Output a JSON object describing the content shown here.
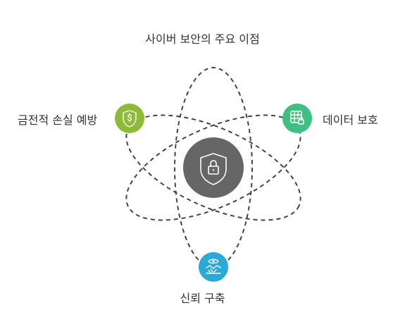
{
  "title": "사이버 보안의 주요 이점",
  "center": {
    "icon": "shield-lock-icon",
    "color": "#666666"
  },
  "nodes": [
    {
      "id": "left",
      "label": "금전적 손실 예방",
      "icon": "shield-dollar-icon",
      "color": "#8dba37"
    },
    {
      "id": "right",
      "label": "데이터 보호",
      "icon": "database-lock-icon",
      "color": "#3fbf82"
    },
    {
      "id": "bottom",
      "label": "신뢰 구축",
      "icon": "handshake-eye-icon",
      "color": "#2aa9d6"
    }
  ]
}
